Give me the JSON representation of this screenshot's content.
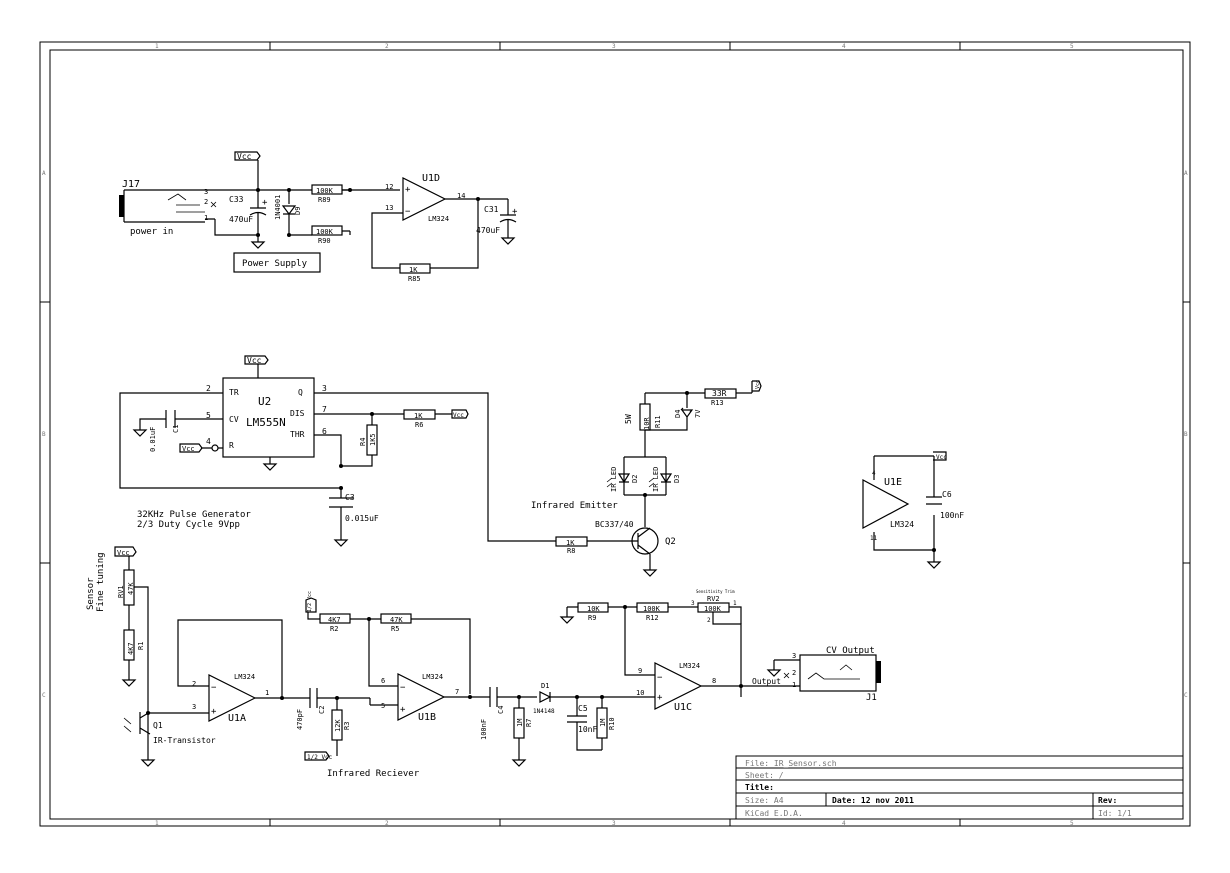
{
  "frame": {
    "col_marks": [
      "1",
      "2",
      "3",
      "4",
      "5"
    ],
    "row_marks": [
      "A",
      "B",
      "C"
    ]
  },
  "power": {
    "J17": "J17",
    "power_in": "power in",
    "C33": "C33",
    "C33_val": "470uF",
    "D9": "D9",
    "D9_val": "1N4001",
    "R89": "R89",
    "R89_val": "100K",
    "R90": "R90",
    "R90_val": "100K",
    "U1D": "U1D",
    "U1D_part": "LM324",
    "R85": "R85",
    "R85_val": "1K",
    "C31": "C31",
    "C31_val": "470uF",
    "label": "Power Supply",
    "pins": {
      "p12": "12",
      "p13": "13",
      "p14": "14",
      "j3": "3",
      "j2": "2",
      "j1": "1"
    },
    "vcc": "Vcc"
  },
  "timer": {
    "U2": "U2",
    "part": "LM555N",
    "TR": "TR",
    "CV": "CV",
    "R": "R",
    "Q": "Q",
    "DIS": "DIS",
    "THR": "THR",
    "pin2": "2",
    "pin5": "5",
    "pin4": "4",
    "pin3": "3",
    "pin7": "7",
    "pin6": "6",
    "C1": "C1",
    "C1_val": "0.01uF",
    "R6": "R6",
    "R6_val": "1K",
    "R4": "R4",
    "R4_val": "1K5",
    "C3": "C3",
    "C3_val": "0.015uF",
    "caption1": "32KHz Pulse Generator",
    "caption2": "2/3 Duty Cycle 9Vpp",
    "vcc": "Vcc"
  },
  "emitter": {
    "R11": "R11",
    "R11_val": "10R",
    "watt": "5W",
    "D4": "D4",
    "D4_val": "7V",
    "R13": "R13",
    "R13_val": "33R",
    "D2": "D2",
    "D3": "D3",
    "led": "IR LED",
    "label": "Infrared Emitter",
    "Q2": "Q2",
    "Q2_val": "BC337/40",
    "R8": "R8",
    "R8_val": "1K",
    "vcc": "Vcc"
  },
  "u1e": {
    "U1E": "U1E",
    "part": "LM324",
    "C6": "C6",
    "C6_val": "100nF",
    "p4": "4",
    "p11": "11",
    "vcc": "Vcc"
  },
  "receiver": {
    "sensor": "Sensor",
    "fine": "Fine tuning",
    "RV1": "RV1",
    "RV1_val": "47K",
    "R1": "R1",
    "R1_val": "4K7",
    "Q1": "Q1",
    "Q1_val": "IR-Transistor",
    "U1A": "U1A",
    "U1A_part": "LM324",
    "C2": "C2",
    "C2_val": "470pF",
    "R3": "R3",
    "R3_val": "12K",
    "R2": "R2",
    "R2_val": "4K7",
    "R5": "R5",
    "R5_val": "47K",
    "U1B": "U1B",
    "U1B_part": "LM324",
    "half_vcc": "1/2 Vcc",
    "label": "Infrared Reciever",
    "vcc": "Vcc",
    "pins": {
      "a2": "2",
      "a3": "3",
      "a1": "1",
      "b6": "6",
      "b5": "5",
      "b7": "7"
    }
  },
  "output": {
    "C4": "C4",
    "C4_val": "100nF",
    "R7": "R7",
    "R7_val": "1M",
    "D1": "D1",
    "D1_val": "1N4148",
    "C5": "C5",
    "C5_val": "10nF",
    "R10": "R10",
    "R10_val": "1M",
    "R9": "R9",
    "R9_val": "10K",
    "R12": "R12",
    "R12_val": "100K",
    "RV2": "RV2",
    "RV2_val": "100K",
    "RV2_note": "Sensitivity Trim",
    "U1C": "U1C",
    "U1C_part": "LM324",
    "J1": "J1",
    "cv_output": "CV Output",
    "output": "Output",
    "pins": {
      "p9": "9",
      "p10": "10",
      "p8": "8",
      "j3": "3",
      "j2": "2",
      "j1": "1"
    }
  },
  "title_block": {
    "file": "File: IR_Sensor.sch",
    "sheet": "Sheet: /",
    "title": "Title:",
    "size": "Size: A4",
    "date": "Date: 12 nov 2011",
    "rev": "Rev:",
    "kicad": "KiCad E.D.A.",
    "id": "Id: 1/1"
  }
}
